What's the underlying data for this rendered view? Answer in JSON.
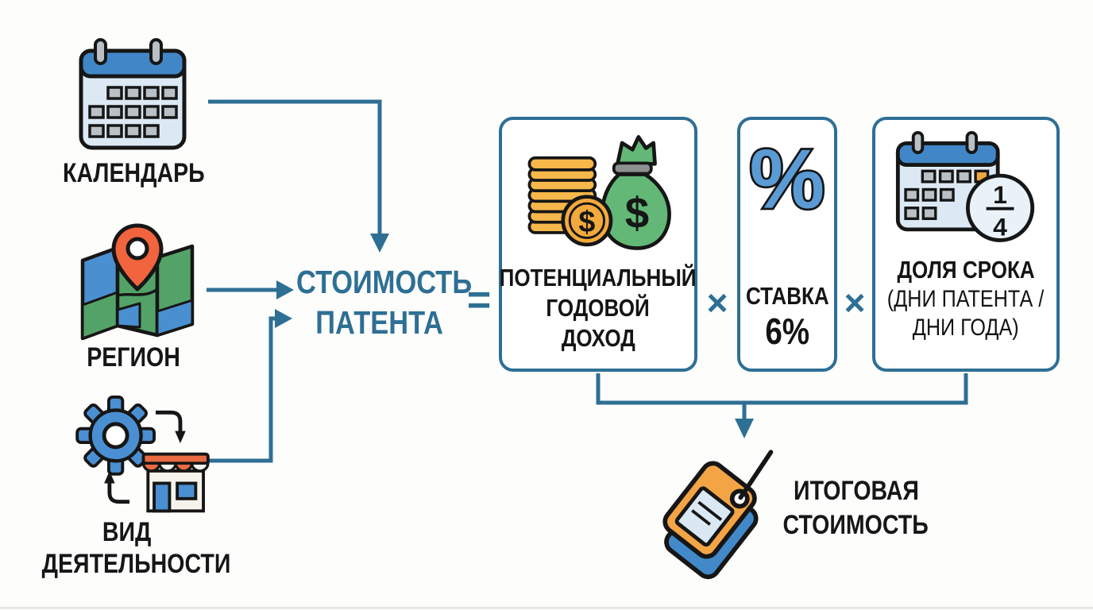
{
  "colors": {
    "accent_teal": "#2e6f94",
    "text_black": "#161616",
    "icon_blue": "#4a8fd2",
    "calendar_header_blue": "#4187c8",
    "calendar_body": "#dce9f4",
    "calendar_square_gray": "#b9c0c6",
    "calendar_square_orange": "#f0a73e",
    "map_green": "#53a368",
    "pin_orange": "#f2643d",
    "coin_gold": "#f6b84a",
    "coin_face": "#f3aa3d",
    "bag_green": "#63b878",
    "percent_blue": "#5b9bd5",
    "tag_orange": "#f3a444",
    "tag_blue": "#4289c9",
    "awning_orange": "#e96b41"
  },
  "inputs": [
    {
      "icon": "calendar-icon",
      "lines": [
        "КАЛЕНДАРЬ"
      ]
    },
    {
      "icon": "map-pin-icon",
      "lines": [
        "РЕГИОН"
      ]
    },
    {
      "icon": "gear-store-icon",
      "lines": [
        "ВИД",
        "ДЕЯТЕЛЬНОСТИ"
      ]
    }
  ],
  "result": {
    "lines": [
      "СТОИМОСТЬ",
      "ПАТЕНТА"
    ]
  },
  "operators": {
    "equals": "=",
    "times": "×"
  },
  "factors": [
    {
      "icon": "money-icon",
      "lines": [
        "ПОТЕНЦИАЛЬНЫЙ",
        "ГОДОВОЙ",
        "ДОХОД"
      ]
    },
    {
      "icon": "percent-icon",
      "symbol": "%",
      "lines": [
        "СТАВКА",
        "6%"
      ]
    },
    {
      "icon": "calendar-fraction-icon",
      "fraction": {
        "numerator": "1",
        "denominator": "4"
      },
      "lines": [
        "ДОЛЯ СРОКА",
        "(ДНИ ПАТЕНТА /",
        "ДНИ ГОДА)"
      ]
    }
  ],
  "output": {
    "icon": "price-tag-icon",
    "lines": [
      "ИТОГОВАЯ",
      "СТОИМОСТЬ"
    ]
  },
  "currency": {
    "dollar": "$"
  }
}
